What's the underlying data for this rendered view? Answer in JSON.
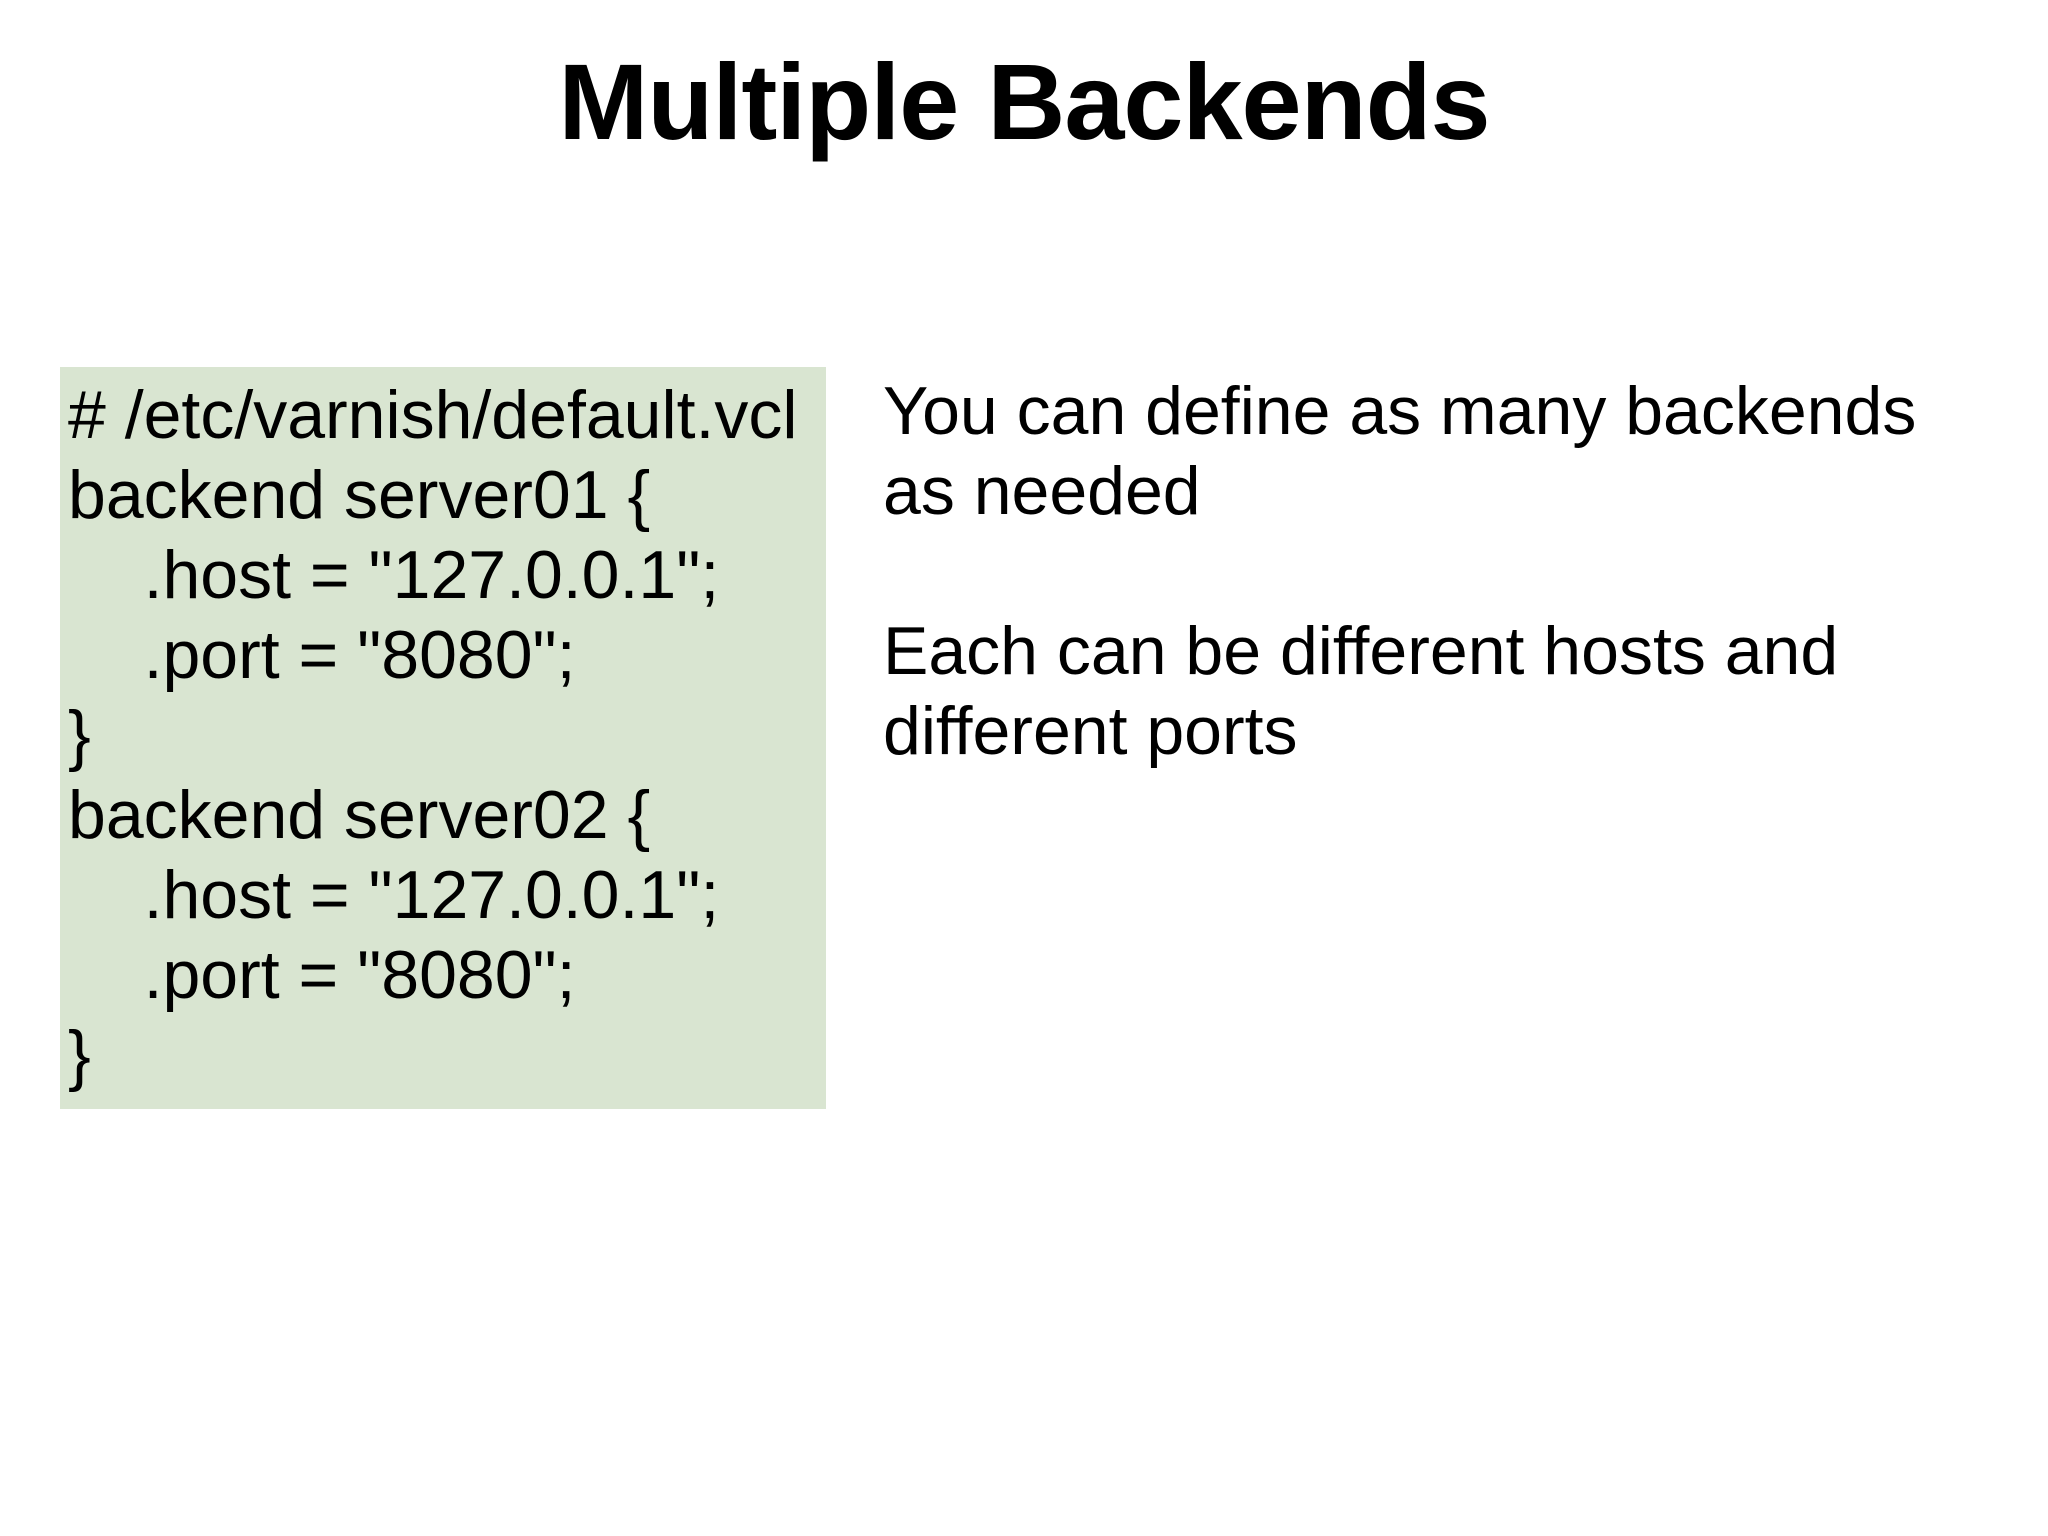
{
  "slide": {
    "title": "Multiple Backends",
    "code_block": {
      "background_color": "#d9e5d1",
      "comment_line": "# /etc/varnish/default.vcl",
      "lines": [
        "# /etc/varnish/default.vcl",
        "backend server01 {",
        "    .host = \"127.0.0.1\";",
        "    .port = \"8080\";",
        "}",
        "backend server02 {",
        "    .host = \"127.0.0.1\";",
        "    .port = \"8080\";",
        "}"
      ]
    },
    "notes": [
      {
        "text": "You can define as many backends as needed"
      },
      {
        "text": "Each can be different hosts and different ports"
      }
    ]
  }
}
